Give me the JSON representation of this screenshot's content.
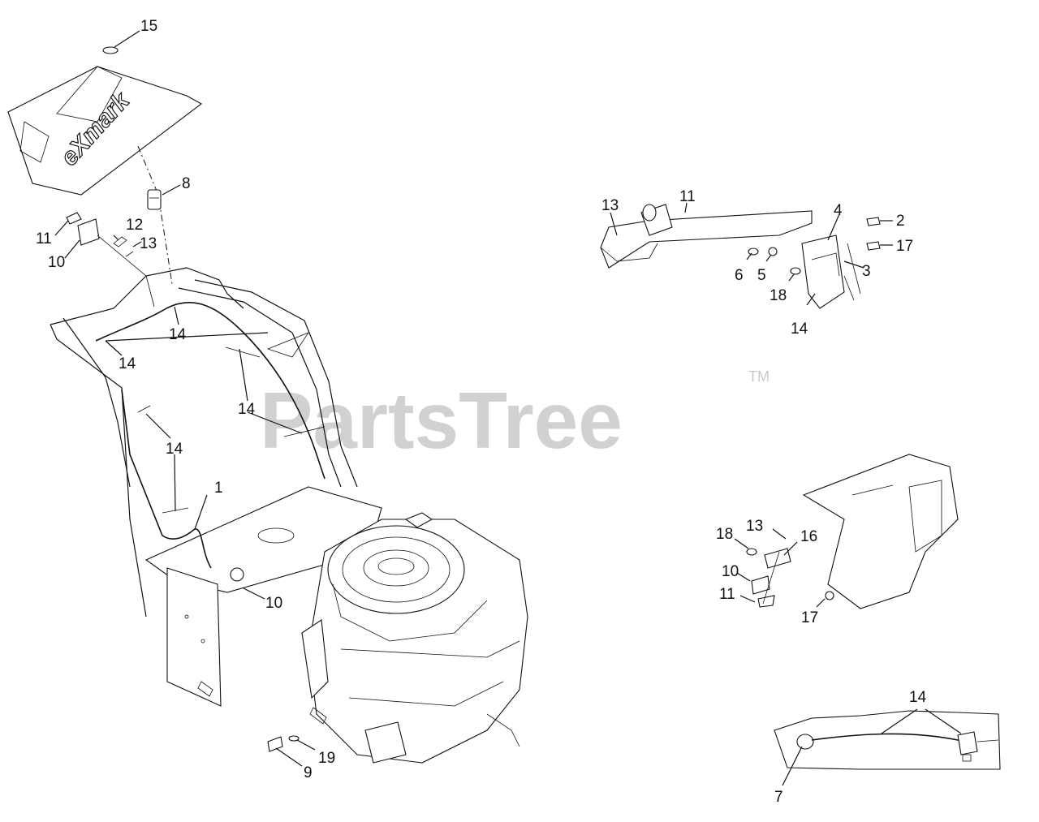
{
  "watermark": {
    "text": "PartsTree",
    "trademark": "TM"
  },
  "brand_decal": "eXmark",
  "callouts": {
    "main": [
      "15",
      "8",
      "11",
      "12",
      "13",
      "10",
      "14",
      "14",
      "14",
      "14",
      "1",
      "10",
      "9",
      "19"
    ],
    "inset_top": [
      "13",
      "11",
      "4",
      "2",
      "17",
      "3",
      "6",
      "5",
      "18",
      "14"
    ],
    "inset_mid": [
      "13",
      "16",
      "18",
      "10",
      "11",
      "17"
    ],
    "inset_bottom": [
      "14",
      "7"
    ]
  }
}
